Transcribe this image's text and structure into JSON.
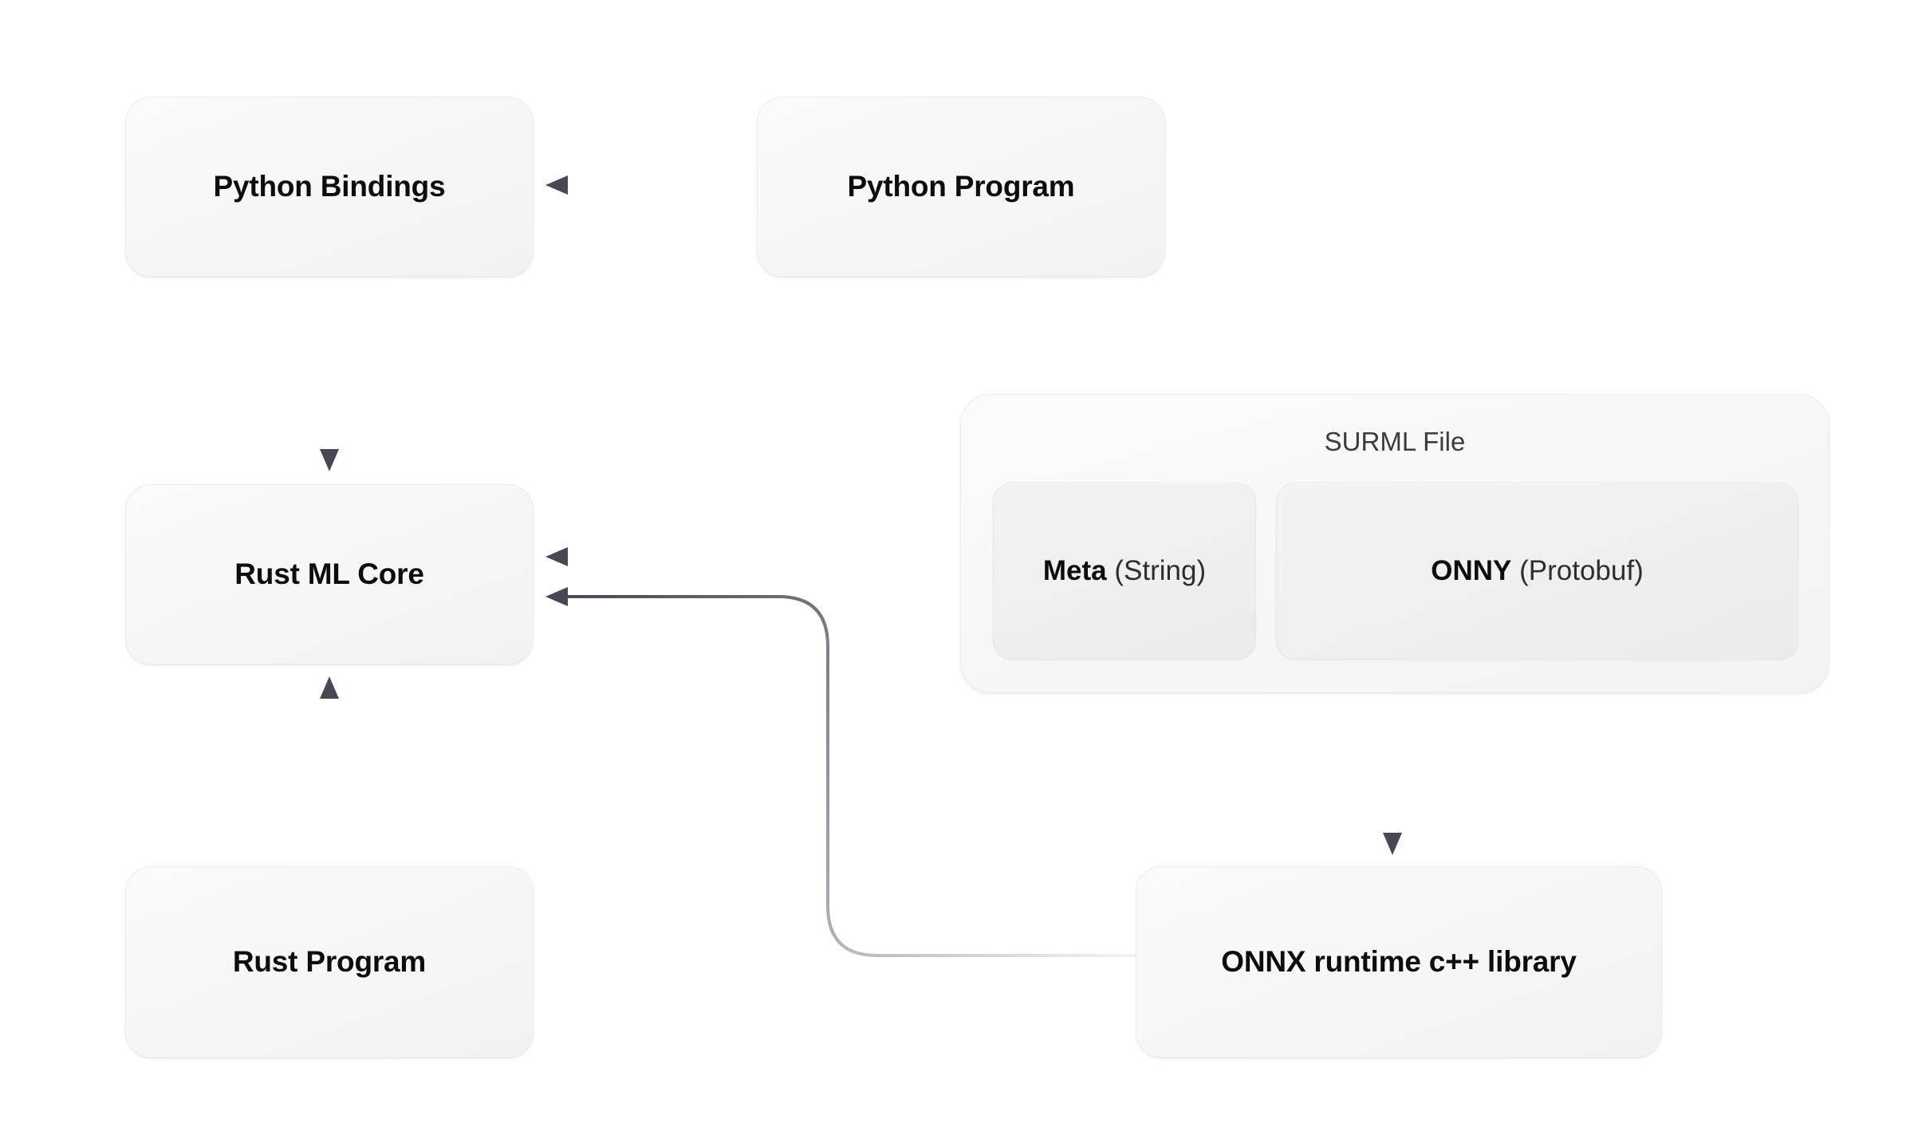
{
  "diagram": {
    "title": "SurrealML architecture diagram",
    "background_color": "#ffffff",
    "node_fill_color": "#f6f6f6",
    "node_border_color": "#ececec",
    "edge_color": "#4a4754",
    "text_color": "#0d0d0d"
  },
  "nodes": {
    "python_bindings": {
      "label": "Python Bindings"
    },
    "python_program": {
      "label": "Python Program"
    },
    "rust_ml_core": {
      "label": "Rust ML Core"
    },
    "rust_program": {
      "label": "Rust Program"
    },
    "onnx_runtime": {
      "label": "ONNX runtime c++ library"
    }
  },
  "group": {
    "surml_file": {
      "title": "SURML File",
      "children": [
        {
          "name": "meta",
          "label_bold": "Meta",
          "label_rest": "(String)"
        },
        {
          "name": "onny",
          "label_bold": "ONNY",
          "label_rest": "(Protobuf)"
        }
      ]
    }
  },
  "edges": [
    {
      "name": "python-program-to-python-bindings",
      "from": "Python Program",
      "to": "Python Bindings",
      "direction": "left"
    },
    {
      "name": "python-bindings-to-rust-ml-core",
      "from": "Python Bindings",
      "to": "Rust ML Core",
      "direction": "down"
    },
    {
      "name": "rust-program-to-rust-ml-core",
      "from": "Rust Program",
      "to": "Rust ML Core",
      "direction": "up"
    },
    {
      "name": "surml-file-to-rust-ml-core",
      "from": "SURML File",
      "to": "Rust ML Core",
      "direction": "left"
    },
    {
      "name": "surml-file-to-onnx-runtime",
      "from": "SURML File",
      "to": "ONNX runtime c++ library",
      "direction": "down"
    },
    {
      "name": "onnx-runtime-to-rust-ml-core",
      "from": "ONNX runtime c++ library",
      "to": "Rust ML Core",
      "direction": "left-curved"
    }
  ]
}
